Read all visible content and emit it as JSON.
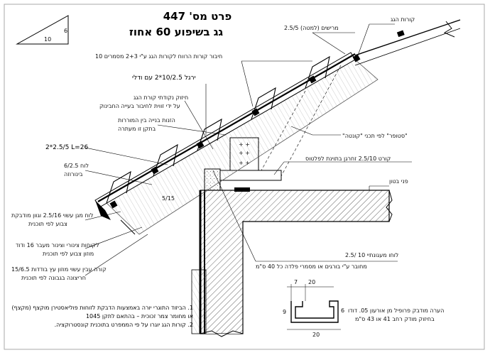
{
  "title": {
    "main": "פרט מס' 447",
    "sub": "גג בשיפוע 60 אחוז"
  },
  "slope_triangle": {
    "rise": "6",
    "run": "10"
  },
  "labels": {
    "roof_tile_top": "קורות הגג",
    "batten_top": "מרישים (למטה) 2.5/5",
    "connection_note": "חיבור קורות הרווח לקורות הגג ע\"י 2+3 מסמרים 10",
    "rafter": "ירגל 10/2.5*2 עם ודלי",
    "reinforce_1": "חיזוק נקודתי קורת הגג",
    "reinforce_2": "על ידי זווית לחיבור בעייה החבינוק",
    "insulation_1": "הזנות בנייה בין המוררות",
    "insulation_2": "בתקן זו מעתרה",
    "lumber": "2*2.5/5   L=26",
    "board_1": "לוח 6/2.5",
    "board_2": "בינורוזה",
    "fascia": "לוח מגן עשוי 2.5/16 וגוון מודבקת",
    "fascia_2": "צבוע לפי תוכנית",
    "gutter_1": "לקוחות צינורי וצינור מעבר 16 ודוד",
    "gutter_2": "מוזון צבוע לפי תוכנית",
    "eave_1": "15/6.5 קורה עבין עשוי מוזון עץ בודדות",
    "eave_2": "חריצונה בגבונה לפי תוכנית",
    "pitch": "5/15",
    "insulation_roof": "\"סטופר\" לפי תכני \"קונטה\"",
    "beam": "קורט 2.5/10 זחרגן בתוינת לפלטוס",
    "concrete_top": "פני בטון",
    "wood_board_1": "לוחו מעגונתיי 10 /2.5",
    "wood_board_2": "מחובר ע\"י בורגים או מסמרי פלדה כל 40 ס\"מ",
    "profile_note_1": "הערה מודבק פרופיל מן אורעון 05. דודו",
    "profile_note_2": "בחיזוק מודק רחב 41 או 43 ס\"מ",
    "profile_dim_a": "7",
    "profile_dim_b": "20",
    "profile_dim_c": "9",
    "profile_dim_d": "20",
    "profile_dim_e": "6"
  },
  "notes": [
    "1. הביזוד התוגרי יורה באמצעות הדבקת לזוחות פוליאסטירן מוקצף (מקצף) או מחומר צמר זכוכית – בהתאם לתקן 1045",
    "2. קורות הגג יוגרו על פי הממפרט בתוכנית קונסטרוקציה."
  ]
}
